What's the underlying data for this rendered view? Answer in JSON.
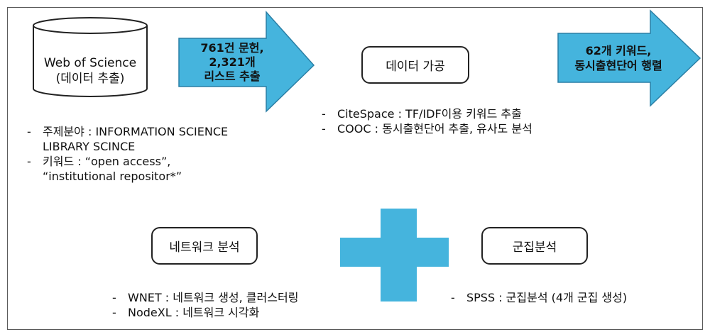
{
  "source": {
    "label": "Web of Science\n(데이터 추출)",
    "bullets": [
      "주제분야 : INFORMATION SCIENCE\nLIBRARY SCINCE",
      "키워드 : “open access”,\n“institutional repositor*”"
    ]
  },
  "arrow1": {
    "label": "761건 문헌,\n2,321개\n리스트 추출"
  },
  "processing": {
    "label": "데이터 가공",
    "bullets": [
      "CiteSpace : TF/IDF이용 키워드 추출",
      "COOC :  동시출현단어 추출, 유사도 분석"
    ]
  },
  "arrow2": {
    "label": "62개 키워드,\n동시출현단어 행렬"
  },
  "network": {
    "label": "네트워크 분석",
    "bullets": [
      "WNET : 네트워크 생성, 클러스터링",
      "NodeXL : 네트워크 시각화"
    ]
  },
  "clustering": {
    "label": "군집분석",
    "bullets": [
      "SPSS : 군집분석 (4개 군집 생성)"
    ]
  },
  "colors": {
    "arrow_fill": "#45b4dd",
    "arrow_stroke": "#2a7fa5",
    "plus_fill": "#45b4dd"
  }
}
